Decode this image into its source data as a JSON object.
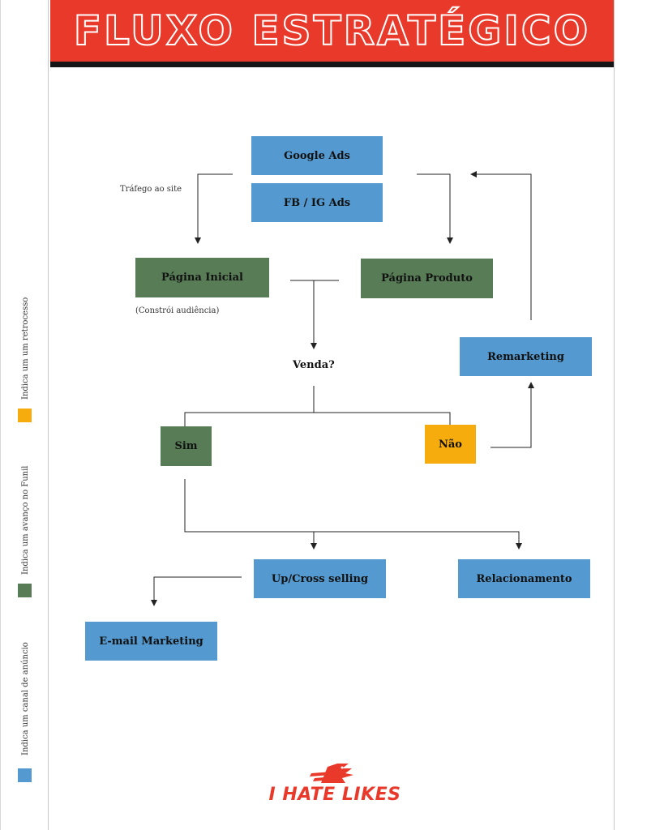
{
  "header": {
    "title": "FLUXO ESTRATÉGICO"
  },
  "nodes": {
    "google_ads": "Google Ads",
    "fb_ig_ads": "FB / IG Ads",
    "pagina_inicial": "Página Inicial",
    "pagina_produto": "Página Produto",
    "remarketing": "Remarketing",
    "venda": "Venda?",
    "sim": "Sim",
    "nao": "Não",
    "up_cross": "Up/Cross selling",
    "relacionamento": "Relacionamento",
    "email_marketing": "E-mail Marketing"
  },
  "annotations": {
    "trafego": "Tráfego ao site",
    "constroi": "(Constrói audiência)"
  },
  "legend": [
    {
      "label": "Indica um um retrocesso",
      "color": "#f6ac0c"
    },
    {
      "label": "Indica um avanço no Funil",
      "color": "#587d56"
    },
    {
      "label": "Indica um canal de anúncio",
      "color": "#5499cf"
    }
  ],
  "logo": {
    "text": "I HATE LIKES",
    "icon": "dragon-logo-icon"
  },
  "colors": {
    "brand_red": "#e8392b",
    "channel_blue": "#5499cf",
    "advance_green": "#587d56",
    "retreat_orange": "#f6ac0c"
  }
}
